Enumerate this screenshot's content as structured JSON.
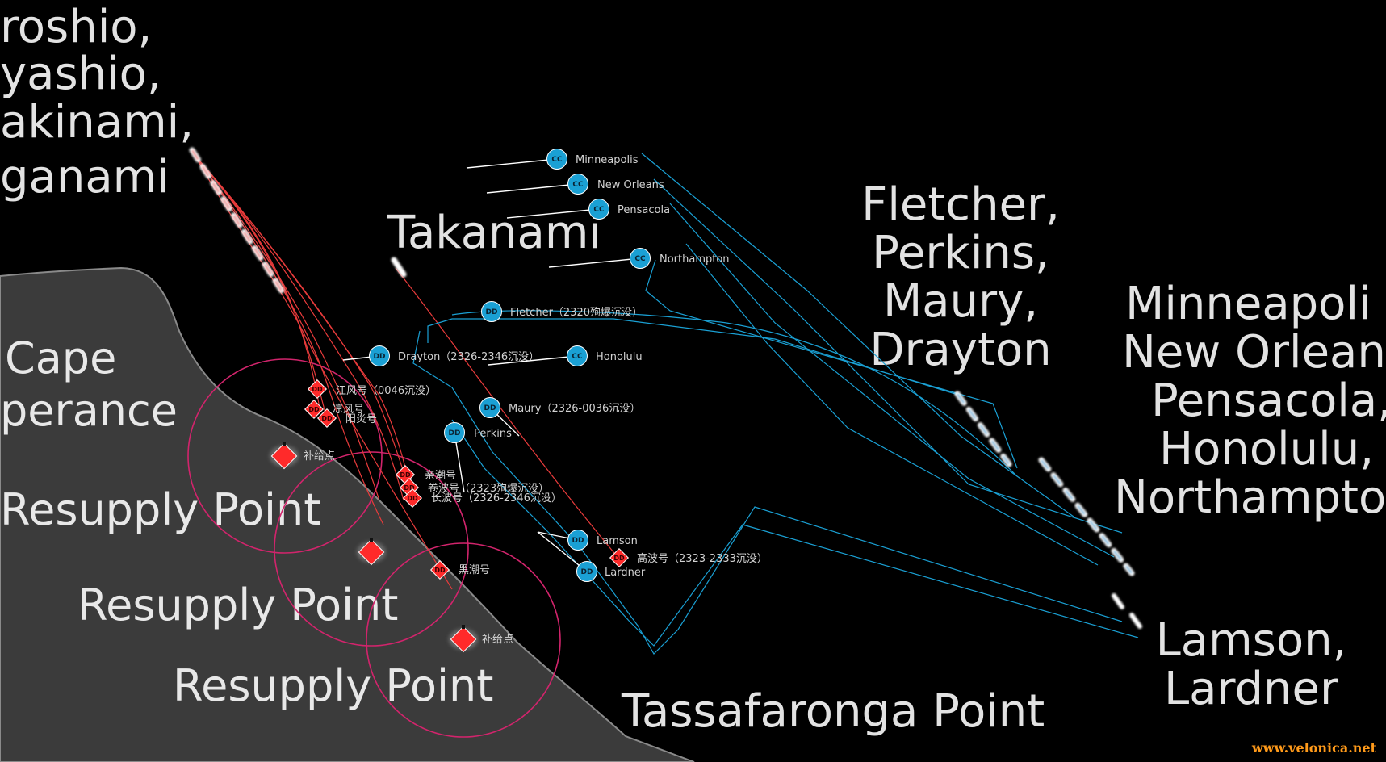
{
  "colors": {
    "background": "#000000",
    "land": "#3b3b3b",
    "us_ships": "#1aa0d4",
    "ijn_ships": "#e83b3b",
    "resupply_circle": "#d2246c",
    "watermark": "#ff9a1a"
  },
  "labels": {
    "ijn_top_lines": [
      "roshio,",
      "yashio,",
      "akinami,",
      "ganami"
    ],
    "takanami": "Takanami",
    "cape_lines": [
      "Cape",
      "perance"
    ],
    "resupply_1": "Resupply Point",
    "resupply_2": "Resupply Point",
    "resupply_3": "Resupply Point",
    "fletcher_group_lines": [
      "Fletcher,",
      "Perkins,",
      "Maury,",
      "Drayton"
    ],
    "cruiser_group_lines": [
      "Minneapoli",
      "New Orlean",
      "Pensacola,",
      "Honolulu,",
      "Northampto"
    ],
    "lamson_lines": [
      "Lamson,",
      "Lardner"
    ],
    "tassafaronga": "Tassafaronga Point"
  },
  "badges": {
    "cruiser": "CC",
    "destroyer": "DD"
  },
  "us_ships": {
    "minneapolis": "Minneapolis",
    "new_orleans": "New Orleans",
    "pensacola": "Pensacola",
    "northampton": "Northampton",
    "fletcher": "Fletcher（2320殉爆沉没）",
    "drayton": "Drayton（2326-2346沉没）",
    "honolulu": "Honolulu",
    "maury": "Maury（2326-0036沉没）",
    "perkins": "Perkins",
    "lamson": "Lamson",
    "lardner": "Lardner"
  },
  "ijn_ships": {
    "edokaze": "江风号（0046沉没）",
    "suzukaze": "凉风号",
    "kagero": "阳炎号",
    "oyashio": "亲潮号",
    "makinami": "卷波号（2323殉爆沉没）",
    "naganami": "长波号（2326-2346沉没）",
    "kuroshio": "黑潮号",
    "takanami": "高波号（2323-2333沉没）"
  },
  "resupply": {
    "label_1": "补给点",
    "label_3": "补给点"
  },
  "watermark": "www.velonica.net"
}
